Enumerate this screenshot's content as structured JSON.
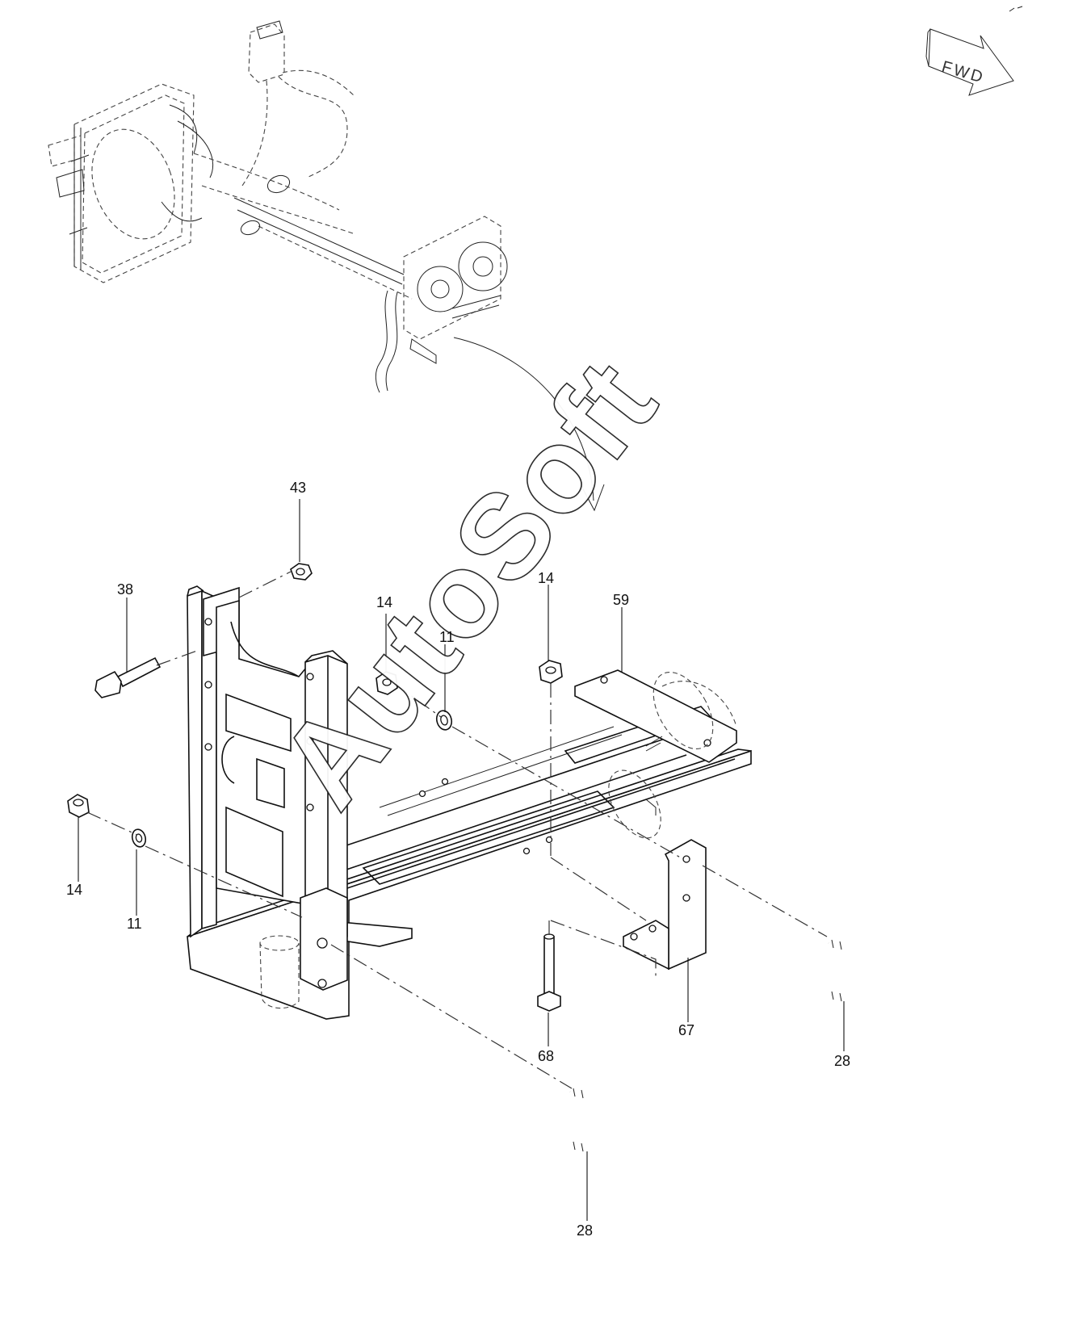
{
  "orientation": {
    "fwd_label": "FWD",
    "fwd_icon": "fwd-arrow-icon"
  },
  "watermark": {
    "text": "AutoSoft",
    "color": "#ffffff"
  },
  "callouts": [
    {
      "id": "c43",
      "label": "43"
    },
    {
      "id": "c38",
      "label": "38"
    },
    {
      "id": "c14a",
      "label": "14"
    },
    {
      "id": "c11a",
      "label": "11"
    },
    {
      "id": "c14b",
      "label": "14"
    },
    {
      "id": "c59",
      "label": "59"
    },
    {
      "id": "c14c",
      "label": "14"
    },
    {
      "id": "c11b",
      "label": "11"
    },
    {
      "id": "c67",
      "label": "67"
    },
    {
      "id": "c68",
      "label": "68"
    },
    {
      "id": "c28a",
      "label": "28"
    },
    {
      "id": "c28b",
      "label": "28"
    }
  ]
}
